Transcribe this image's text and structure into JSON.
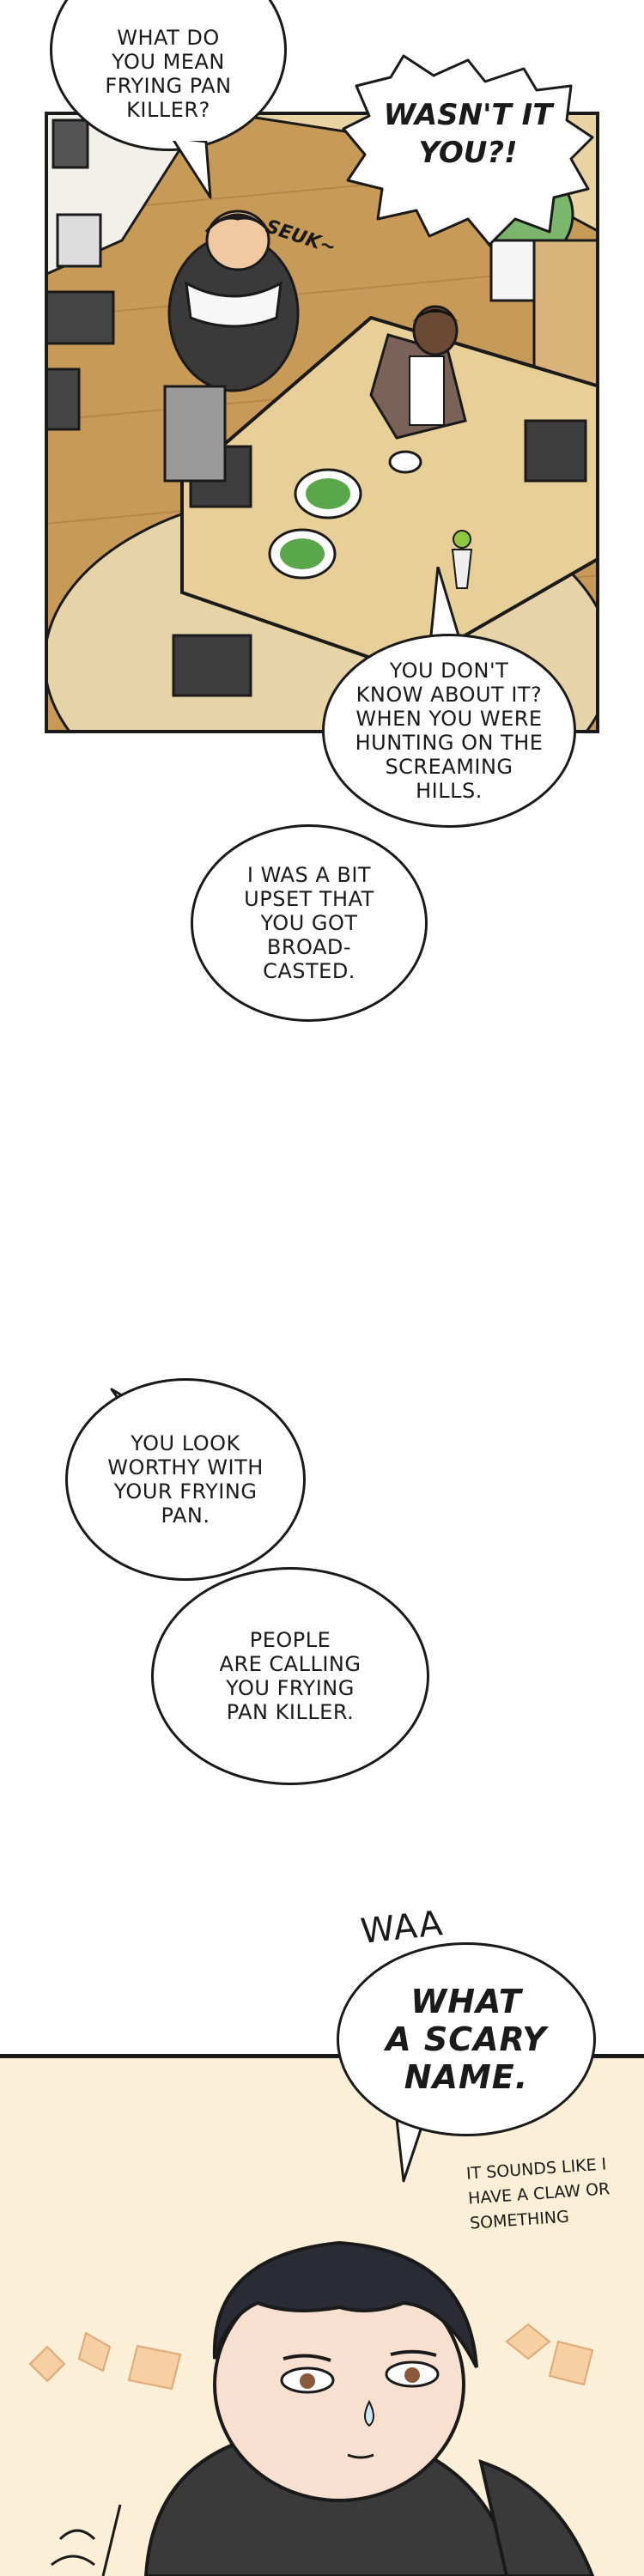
{
  "bubbles": {
    "b1": "WHAT DO\nYOU MEAN\nFRYING PAN\nKILLER?",
    "b2": "WASN'T IT\nYOU?!",
    "b3": "YOU DON'T\nKNOW ABOUT IT?\nWHEN YOU WERE\nHUNTING ON THE\nSCREAMING\nHILLS.",
    "b4": "I WAS A BIT\nUPSET THAT\nYOU GOT\nBROAD-\nCASTED.",
    "b5": "YOU LOOK\nWORTHY WITH\nYOUR FRYING\nPAN.",
    "b6": "PEOPLE\nARE CALLING\nYOU FRYING\nPAN KILLER.",
    "b7": "WHAT\nA SCARY\nNAME."
  },
  "sfx": {
    "seuk": "SEUK~",
    "waa": "WAA",
    "aside": "IT SOUNDS LIKE I\nHAVE A CLAW OR\nSOMETHING"
  },
  "colors": {
    "floor": "#c89a58",
    "table": "#e8cf98",
    "bg_bottom": "#fbf0d7",
    "ink": "#1a1a1a"
  }
}
